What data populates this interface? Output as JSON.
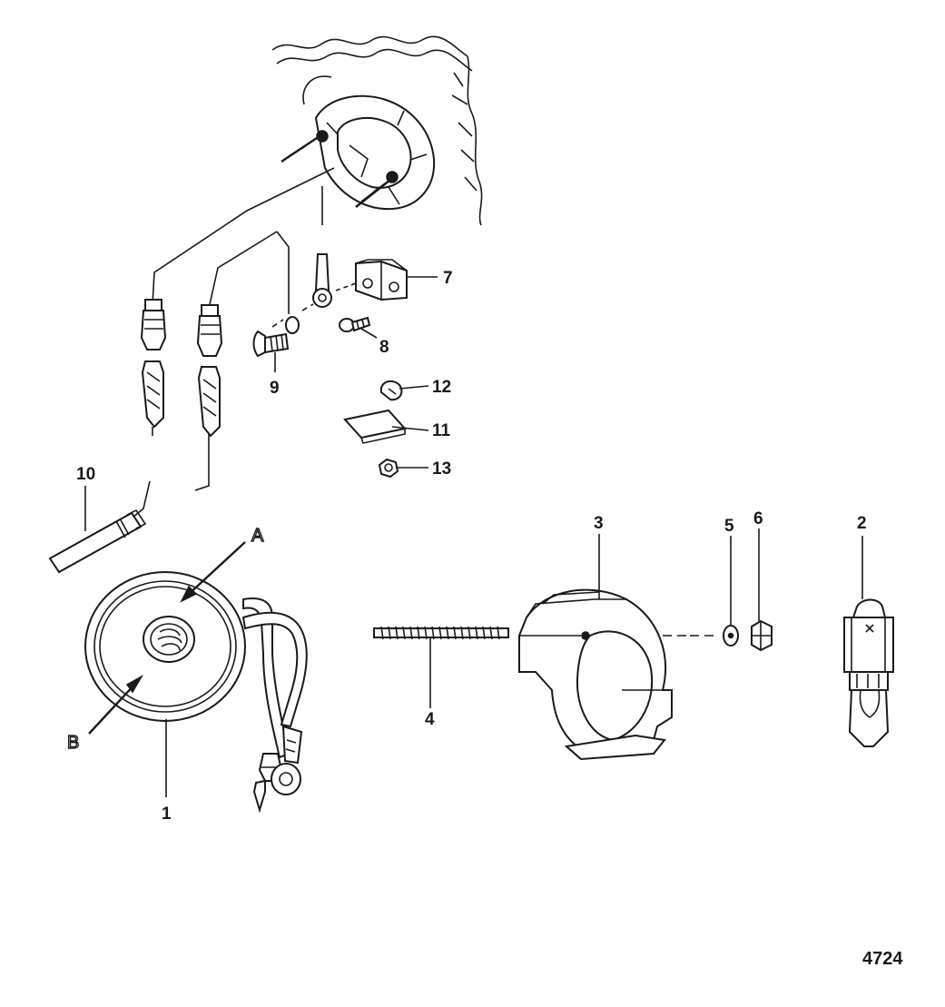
{
  "callouts": {
    "p1": "1",
    "p2": "2",
    "p3": "3",
    "p4": "4",
    "p5": "5",
    "p6": "6",
    "p7": "7",
    "p8": "8",
    "p9": "9",
    "p10": "10",
    "p11": "11",
    "p12": "12",
    "p13": "13"
  },
  "letters": {
    "a": "A",
    "b": "B"
  },
  "figure_number": "4724",
  "colors": {
    "ink": "#1a1a1a",
    "paper": "#ffffff"
  }
}
